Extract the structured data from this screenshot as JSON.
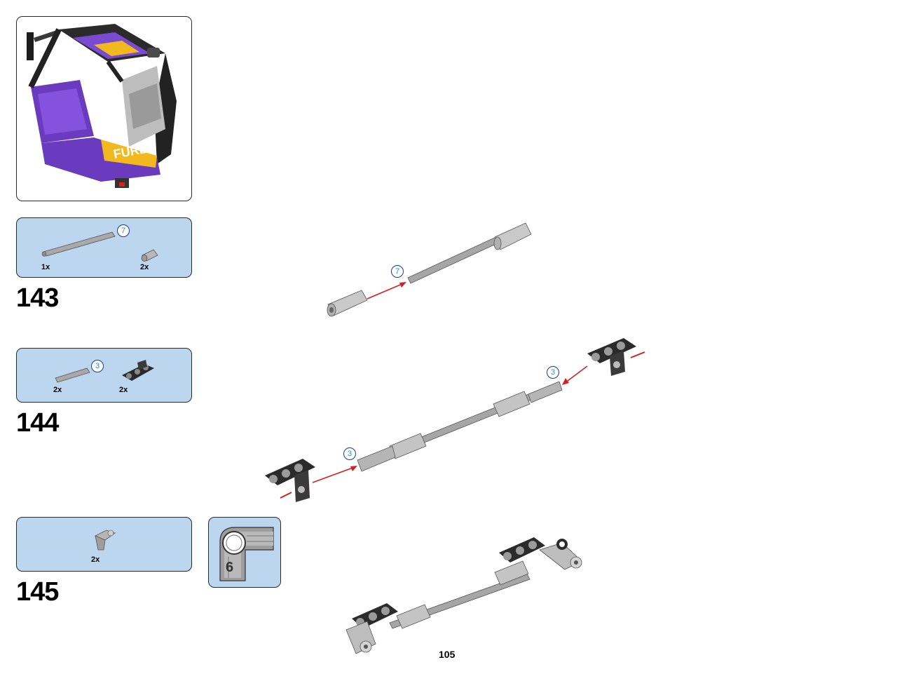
{
  "page": {
    "number": "105"
  },
  "steps": [
    {
      "number": "143",
      "parts": [
        {
          "qty": "1x",
          "name": "axle-7-icon",
          "len": "7"
        },
        {
          "qty": "2x",
          "name": "axle-connector-icon"
        }
      ]
    },
    {
      "number": "144",
      "parts": [
        {
          "qty": "2x",
          "name": "axle-3-icon",
          "len": "3"
        },
        {
          "qty": "2x",
          "name": "liftarm-3x3-icon"
        }
      ]
    },
    {
      "number": "145",
      "parts": [
        {
          "qty": "2x",
          "name": "angle-connector-icon"
        }
      ]
    }
  ],
  "callout": {
    "label": "6"
  },
  "assembly": {
    "step143_axle_len": "7",
    "step144_left_len": "3",
    "step144_right_len": "3"
  },
  "colors": {
    "panel": "#bcd6f0",
    "arrow": "#d42020",
    "ring_text": "#1f8fd6",
    "purple": "#6b3bbf",
    "yellow": "#f2b91e"
  }
}
